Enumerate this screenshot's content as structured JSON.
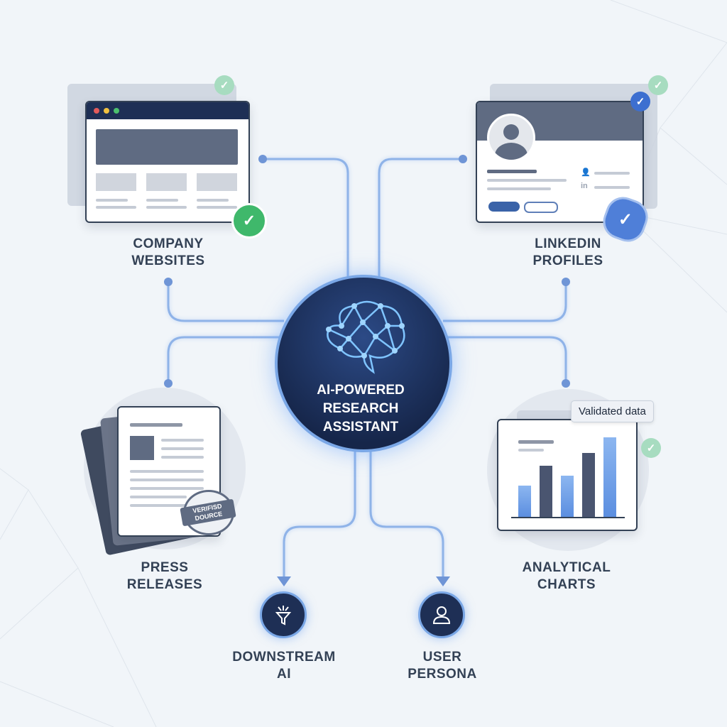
{
  "center": {
    "title_lines": [
      "AI-POWERED",
      "RESEARCH",
      "ASSISTANT"
    ],
    "icon": "brain-network-icon"
  },
  "sources": [
    {
      "label_lines": [
        "COMPANY",
        "WEBSITES"
      ],
      "icon": "browser-window-icon"
    },
    {
      "label_lines": [
        "LINKEDIN",
        "PROFILES"
      ],
      "icon": "profile-card-icon"
    },
    {
      "label_lines": [
        "PRESS",
        "RELEASES"
      ],
      "icon": "document-stack-icon",
      "stamp_lines": [
        "VERIFISD",
        "DOURCE"
      ]
    },
    {
      "label_lines": [
        "ANALYTICAL",
        "CHARTS"
      ],
      "icon": "bar-chart-icon",
      "tag": "Validated data"
    }
  ],
  "outputs": [
    {
      "label_lines": [
        "DOWNSTREAM",
        "AI"
      ],
      "icon": "funnel-icon"
    },
    {
      "label_lines": [
        "USER",
        "PERSONA"
      ],
      "icon": "user-icon"
    }
  ],
  "linkedin_glyph": "in",
  "colors": {
    "navy": "#1e2f55",
    "accent": "#5b8ee0",
    "green": "#3fb86b",
    "slate": "#334155"
  }
}
